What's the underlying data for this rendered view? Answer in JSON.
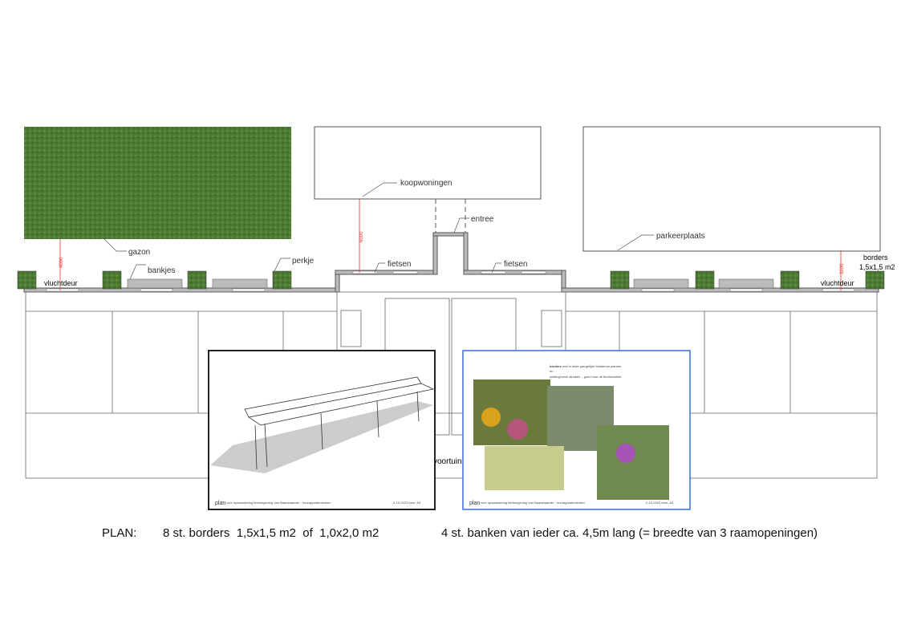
{
  "labels": {
    "koopwoningen": "koopwoningen",
    "entree": "entree",
    "parkeerplaats": "parkeerplaats",
    "gazon": "gazon",
    "bankjes": "bankjes",
    "perkje": "perkje",
    "fietsen_left": "fietsen",
    "fietsen_right": "fietsen",
    "vluchtdeur_left": "vluchtdeur",
    "vluchtdeur_right": "vluchtdeur",
    "borders": "borders",
    "borders_size": "1,5x1,5 m2",
    "voortuin": "voortuin"
  },
  "dimensions": {
    "left": "4000",
    "middle": "6000",
    "right": "3200"
  },
  "inset_bench": {
    "footer_title": "plan",
    "footer_text": "voor opwaardering leefomgeving Van Baarsbaarder - huurappartementen",
    "footer_date": "2-10-2023 form. A3"
  },
  "inset_borders": {
    "heading_bold": "borders",
    "heading_rest": "met in ieder jaargetijde bloeiende planten",
    "line2": "en",
    "line3": "wintergroene struiken .. goed voor de biodiversiteit",
    "footer_title": "plan",
    "footer_text": "voor opwaardering leefomgeving Van Baarsbaarder - huurappartementen",
    "footer_date": "2-10-2023 form. A3"
  },
  "caption": {
    "plan": "PLAN:",
    "borders": "8 st. borders  1,5x1,5 m2  of  1,0x2,0 m2",
    "banken": "4 st. banken van ieder ca. 4,5m lang (= breedte van 3 raamopeningen)"
  },
  "colors": {
    "green": "#4e7a34",
    "dimension": "#e33333",
    "inset_border_blue": "#3a6fd6"
  }
}
